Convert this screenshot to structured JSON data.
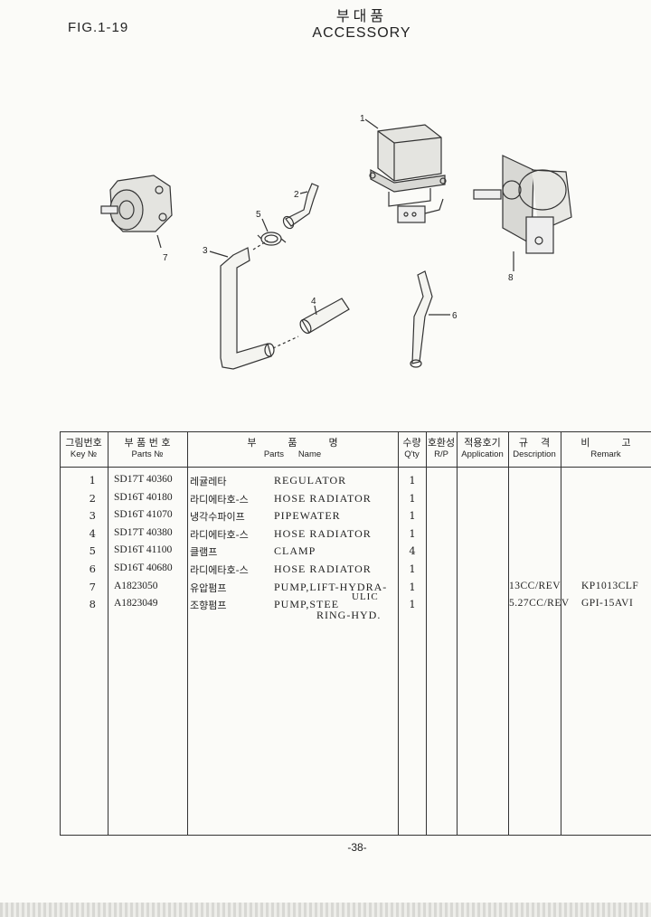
{
  "figure": {
    "label": "FIG.1-19",
    "title_ko": "부대품",
    "title_en": "ACCESSORY"
  },
  "diagram": {
    "callouts": [
      "1",
      "2",
      "3",
      "4",
      "5",
      "6",
      "7",
      "8"
    ]
  },
  "table": {
    "headers": {
      "key": {
        "ko": "그림번호",
        "en": "Key №"
      },
      "parts_no": {
        "ko": "부 품 번 호",
        "en": "Parts №"
      },
      "parts_name": {
        "ko": "부          품          명",
        "en": "Parts      Name"
      },
      "qty": {
        "ko": "수량",
        "en": "Q'ty"
      },
      "interchange": {
        "ko": "호환성",
        "en": "R/P"
      },
      "application": {
        "ko": "적용호기",
        "en": "Application"
      },
      "description": {
        "ko": "규    격",
        "en": "Description"
      },
      "remark": {
        "ko": "비          고",
        "en": "Remark"
      }
    },
    "rows": [
      {
        "key": "1",
        "part_no": "SD17T 40360",
        "name_ko": "레귤레타",
        "name_en": "REGULATOR",
        "qty": "1",
        "description": "",
        "remark": ""
      },
      {
        "key": "2",
        "part_no": "SD16T 40180",
        "name_ko": "라디에타호-스",
        "name_en": "HOSE RADIATOR",
        "qty": "1",
        "description": "",
        "remark": ""
      },
      {
        "key": "3",
        "part_no": "SD16T 41070",
        "name_ko": "냉각수파이프",
        "name_en": "PIPEWATER",
        "qty": "1",
        "description": "",
        "remark": ""
      },
      {
        "key": "4",
        "part_no": "SD17T 40380",
        "name_ko": "라디에타호-스",
        "name_en": "HOSE RADIATOR",
        "qty": "1",
        "description": "",
        "remark": ""
      },
      {
        "key": "5",
        "part_no": "SD16T 41100",
        "name_ko": "클램프",
        "name_en": "CLAMP",
        "qty": "4",
        "description": "",
        "remark": ""
      },
      {
        "key": "6",
        "part_no": "SD16T 40680",
        "name_ko": "라디에타호-스",
        "name_en": "HOSE RADIATOR",
        "qty": "1",
        "description": "",
        "remark": ""
      },
      {
        "key": "7",
        "part_no": "A1823050",
        "name_ko": "유압펌프",
        "name_en": "PUMP,LIFT-HYDRA-",
        "qty": "1",
        "description": "13CC/REV",
        "remark": "KP1013CLF"
      },
      {
        "key": "8",
        "part_no": "A1823049",
        "name_ko": "조향펌프",
        "name_en": "PUMP,STEE",
        "qty": "1",
        "description": "5.27CC/REV",
        "remark": "GPI-15AVI"
      }
    ],
    "overflow": {
      "row7_cont": "ULIC",
      "row8_cont": "RING-HYD."
    }
  },
  "page_number": "-38-"
}
